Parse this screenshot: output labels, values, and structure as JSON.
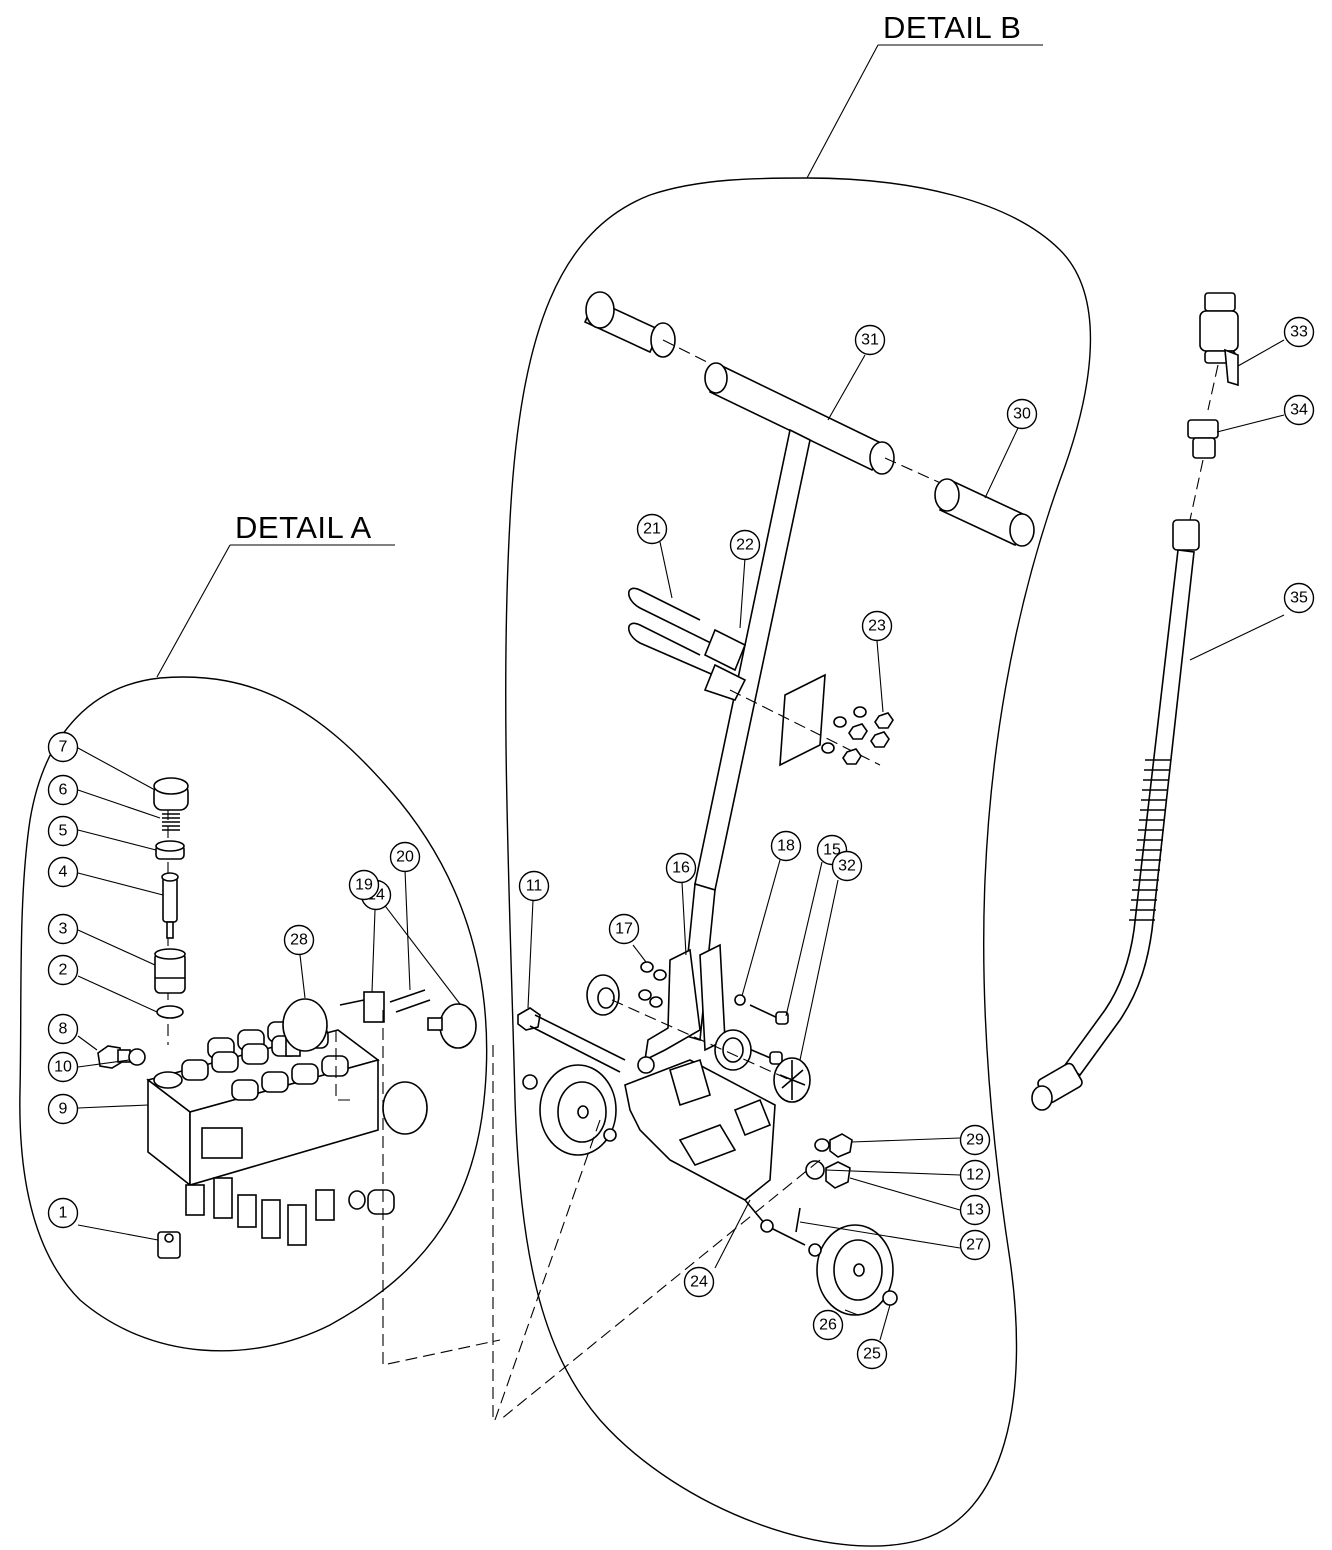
{
  "details": {
    "a": {
      "title": "DETAIL A"
    },
    "b": {
      "title": "DETAIL B"
    }
  },
  "balloons": [
    {
      "id": "b1",
      "label": "1"
    },
    {
      "id": "b2",
      "label": "2"
    },
    {
      "id": "b3",
      "label": "3"
    },
    {
      "id": "b4",
      "label": "4"
    },
    {
      "id": "b5",
      "label": "5"
    },
    {
      "id": "b6",
      "label": "6"
    },
    {
      "id": "b7",
      "label": "7"
    },
    {
      "id": "b8",
      "label": "8"
    },
    {
      "id": "b9",
      "label": "9"
    },
    {
      "id": "b10",
      "label": "10"
    },
    {
      "id": "b11",
      "label": "11"
    },
    {
      "id": "b12",
      "label": "12"
    },
    {
      "id": "b13",
      "label": "13"
    },
    {
      "id": "b14",
      "label": "14"
    },
    {
      "id": "b15",
      "label": "15"
    },
    {
      "id": "b16",
      "label": "16"
    },
    {
      "id": "b17",
      "label": "17"
    },
    {
      "id": "b18",
      "label": "18"
    },
    {
      "id": "b19",
      "label": "19"
    },
    {
      "id": "b20",
      "label": "20"
    },
    {
      "id": "b21",
      "label": "21"
    },
    {
      "id": "b22",
      "label": "22"
    },
    {
      "id": "b23",
      "label": "23"
    },
    {
      "id": "b24",
      "label": "24"
    },
    {
      "id": "b25",
      "label": "25"
    },
    {
      "id": "b26",
      "label": "26"
    },
    {
      "id": "b27",
      "label": "27"
    },
    {
      "id": "b28",
      "label": "28"
    },
    {
      "id": "b29",
      "label": "29"
    },
    {
      "id": "b30",
      "label": "30"
    },
    {
      "id": "b31",
      "label": "31"
    },
    {
      "id": "b32",
      "label": "32"
    },
    {
      "id": "b33",
      "label": "33"
    },
    {
      "id": "b34",
      "label": "34"
    },
    {
      "id": "b35",
      "label": "35"
    }
  ]
}
